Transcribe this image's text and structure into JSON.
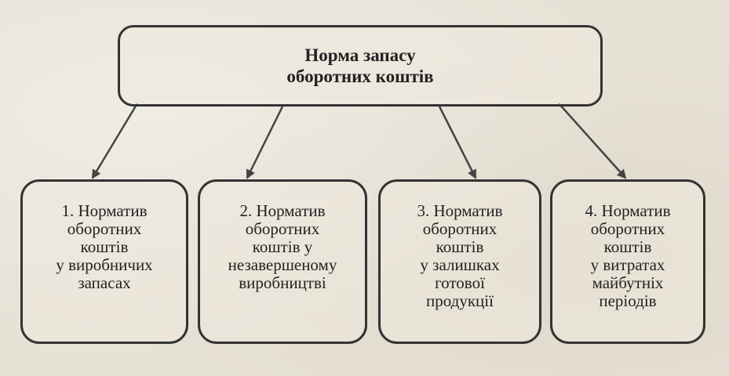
{
  "diagram": {
    "root": {
      "lines": [
        "Норма запасу",
        "оборотних коштів"
      ]
    },
    "children": [
      {
        "lines": [
          "1. Норматив",
          "оборотних",
          "коштів",
          "у виробничих",
          "запасах"
        ]
      },
      {
        "lines": [
          "2. Норматив",
          "оборотних",
          "коштів у",
          "незавершеному",
          "виробництві"
        ]
      },
      {
        "lines": [
          "3. Норматив",
          "оборотних",
          "коштів",
          "у залишках",
          "готової",
          "продукції"
        ]
      },
      {
        "lines": [
          "4. Норматив",
          "оборотних",
          "коштів",
          "у витратах",
          "майбутніх",
          "періодів"
        ]
      }
    ],
    "line_color": "#444444",
    "border_color": "#333333"
  }
}
